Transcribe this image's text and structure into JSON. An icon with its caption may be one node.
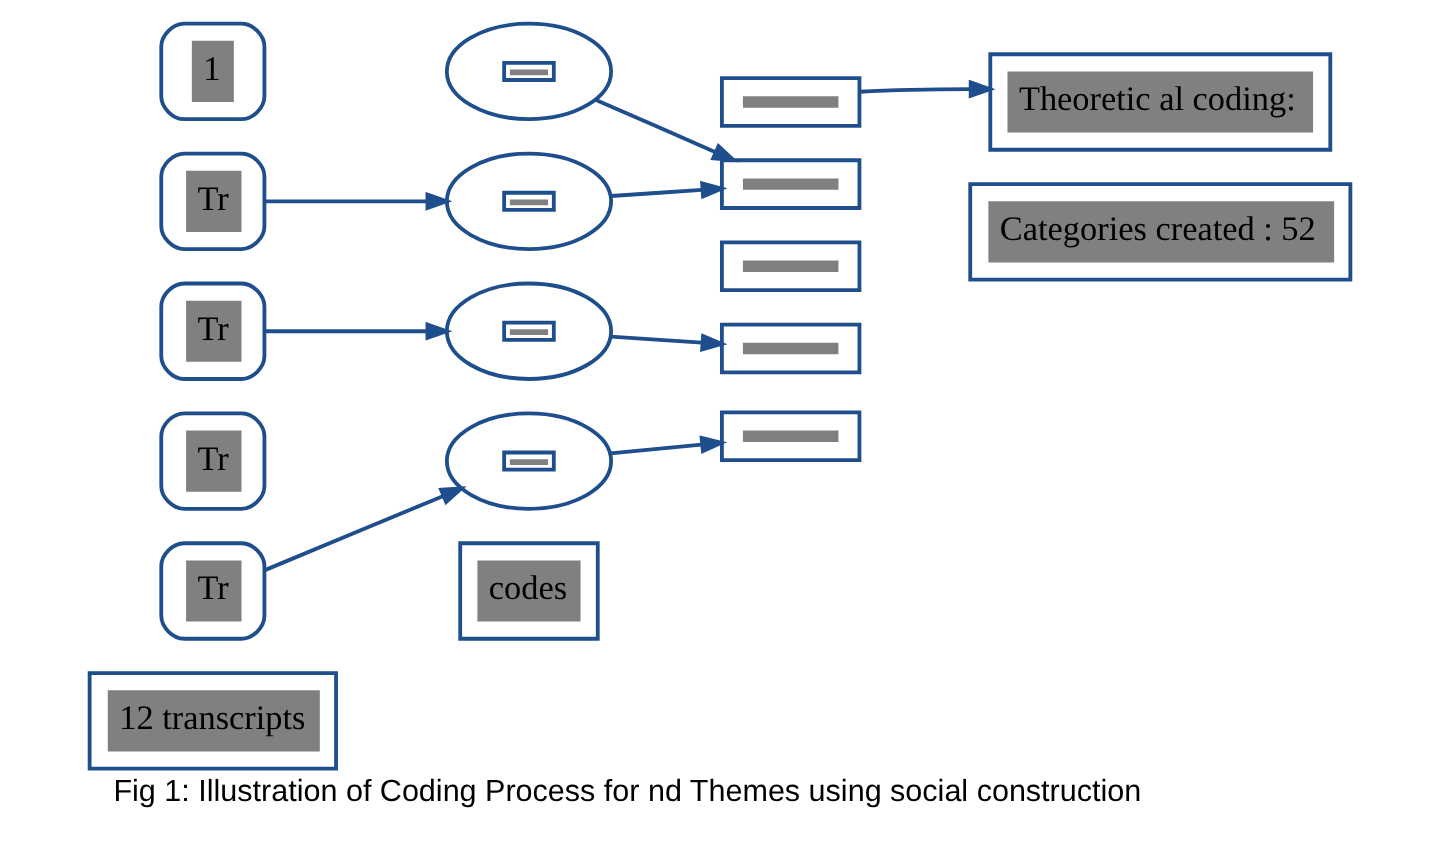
{
  "diagram": {
    "caption": "Fig 1: Illustration of Coding Process for nd Themes using social construction",
    "nodes": [
      {
        "text": [
          "1"
        ]
      },
      {
        "text": [
          "Tr"
        ]
      },
      {
        "text": [
          "Tr"
        ]
      },
      {
        "text": [
          "Tr"
        ]
      },
      {
        "text": [
          "Tr"
        ]
      },
      {
        "text": [
          "12 transcripts"
        ]
      },
      {
        "text": [],
        "shape": "ellipse"
      },
      {
        "text": [],
        "shape": "ellipse"
      },
      {
        "text": [],
        "shape": "ellipse"
      },
      {
        "text": [],
        "shape": "ellipse"
      },
      {
        "text": [
          "codes"
        ]
      },
      {
        "text": [],
        "shape": "box"
      },
      {
        "text": [],
        "shape": "box"
      },
      {
        "text": [],
        "shape": "box"
      },
      {
        "text": [],
        "shape": "box"
      },
      {
        "text": [],
        "shape": "box"
      },
      {
        "text": [
          "Theoretic al coding:"
        ]
      },
      {
        "text": [
          "Categories created : 52"
        ]
      }
    ],
    "edges": [
      {
        "from": 1,
        "to": 7,
        "arrow": "to"
      },
      {
        "from": 2,
        "to": 8,
        "arrow": "to"
      },
      {
        "from": 4,
        "to": 9,
        "arrow": "to"
      },
      {
        "from": 6,
        "to": 12,
        "arrow": "to"
      },
      {
        "from": 7,
        "to": 12,
        "arrow": "to"
      },
      {
        "from": 8,
        "to": 14,
        "arrow": "to"
      },
      {
        "from": 9,
        "to": 15,
        "arrow": "to"
      },
      {
        "from": 11,
        "to": 16,
        "arrow": "to"
      }
    ]
  }
}
